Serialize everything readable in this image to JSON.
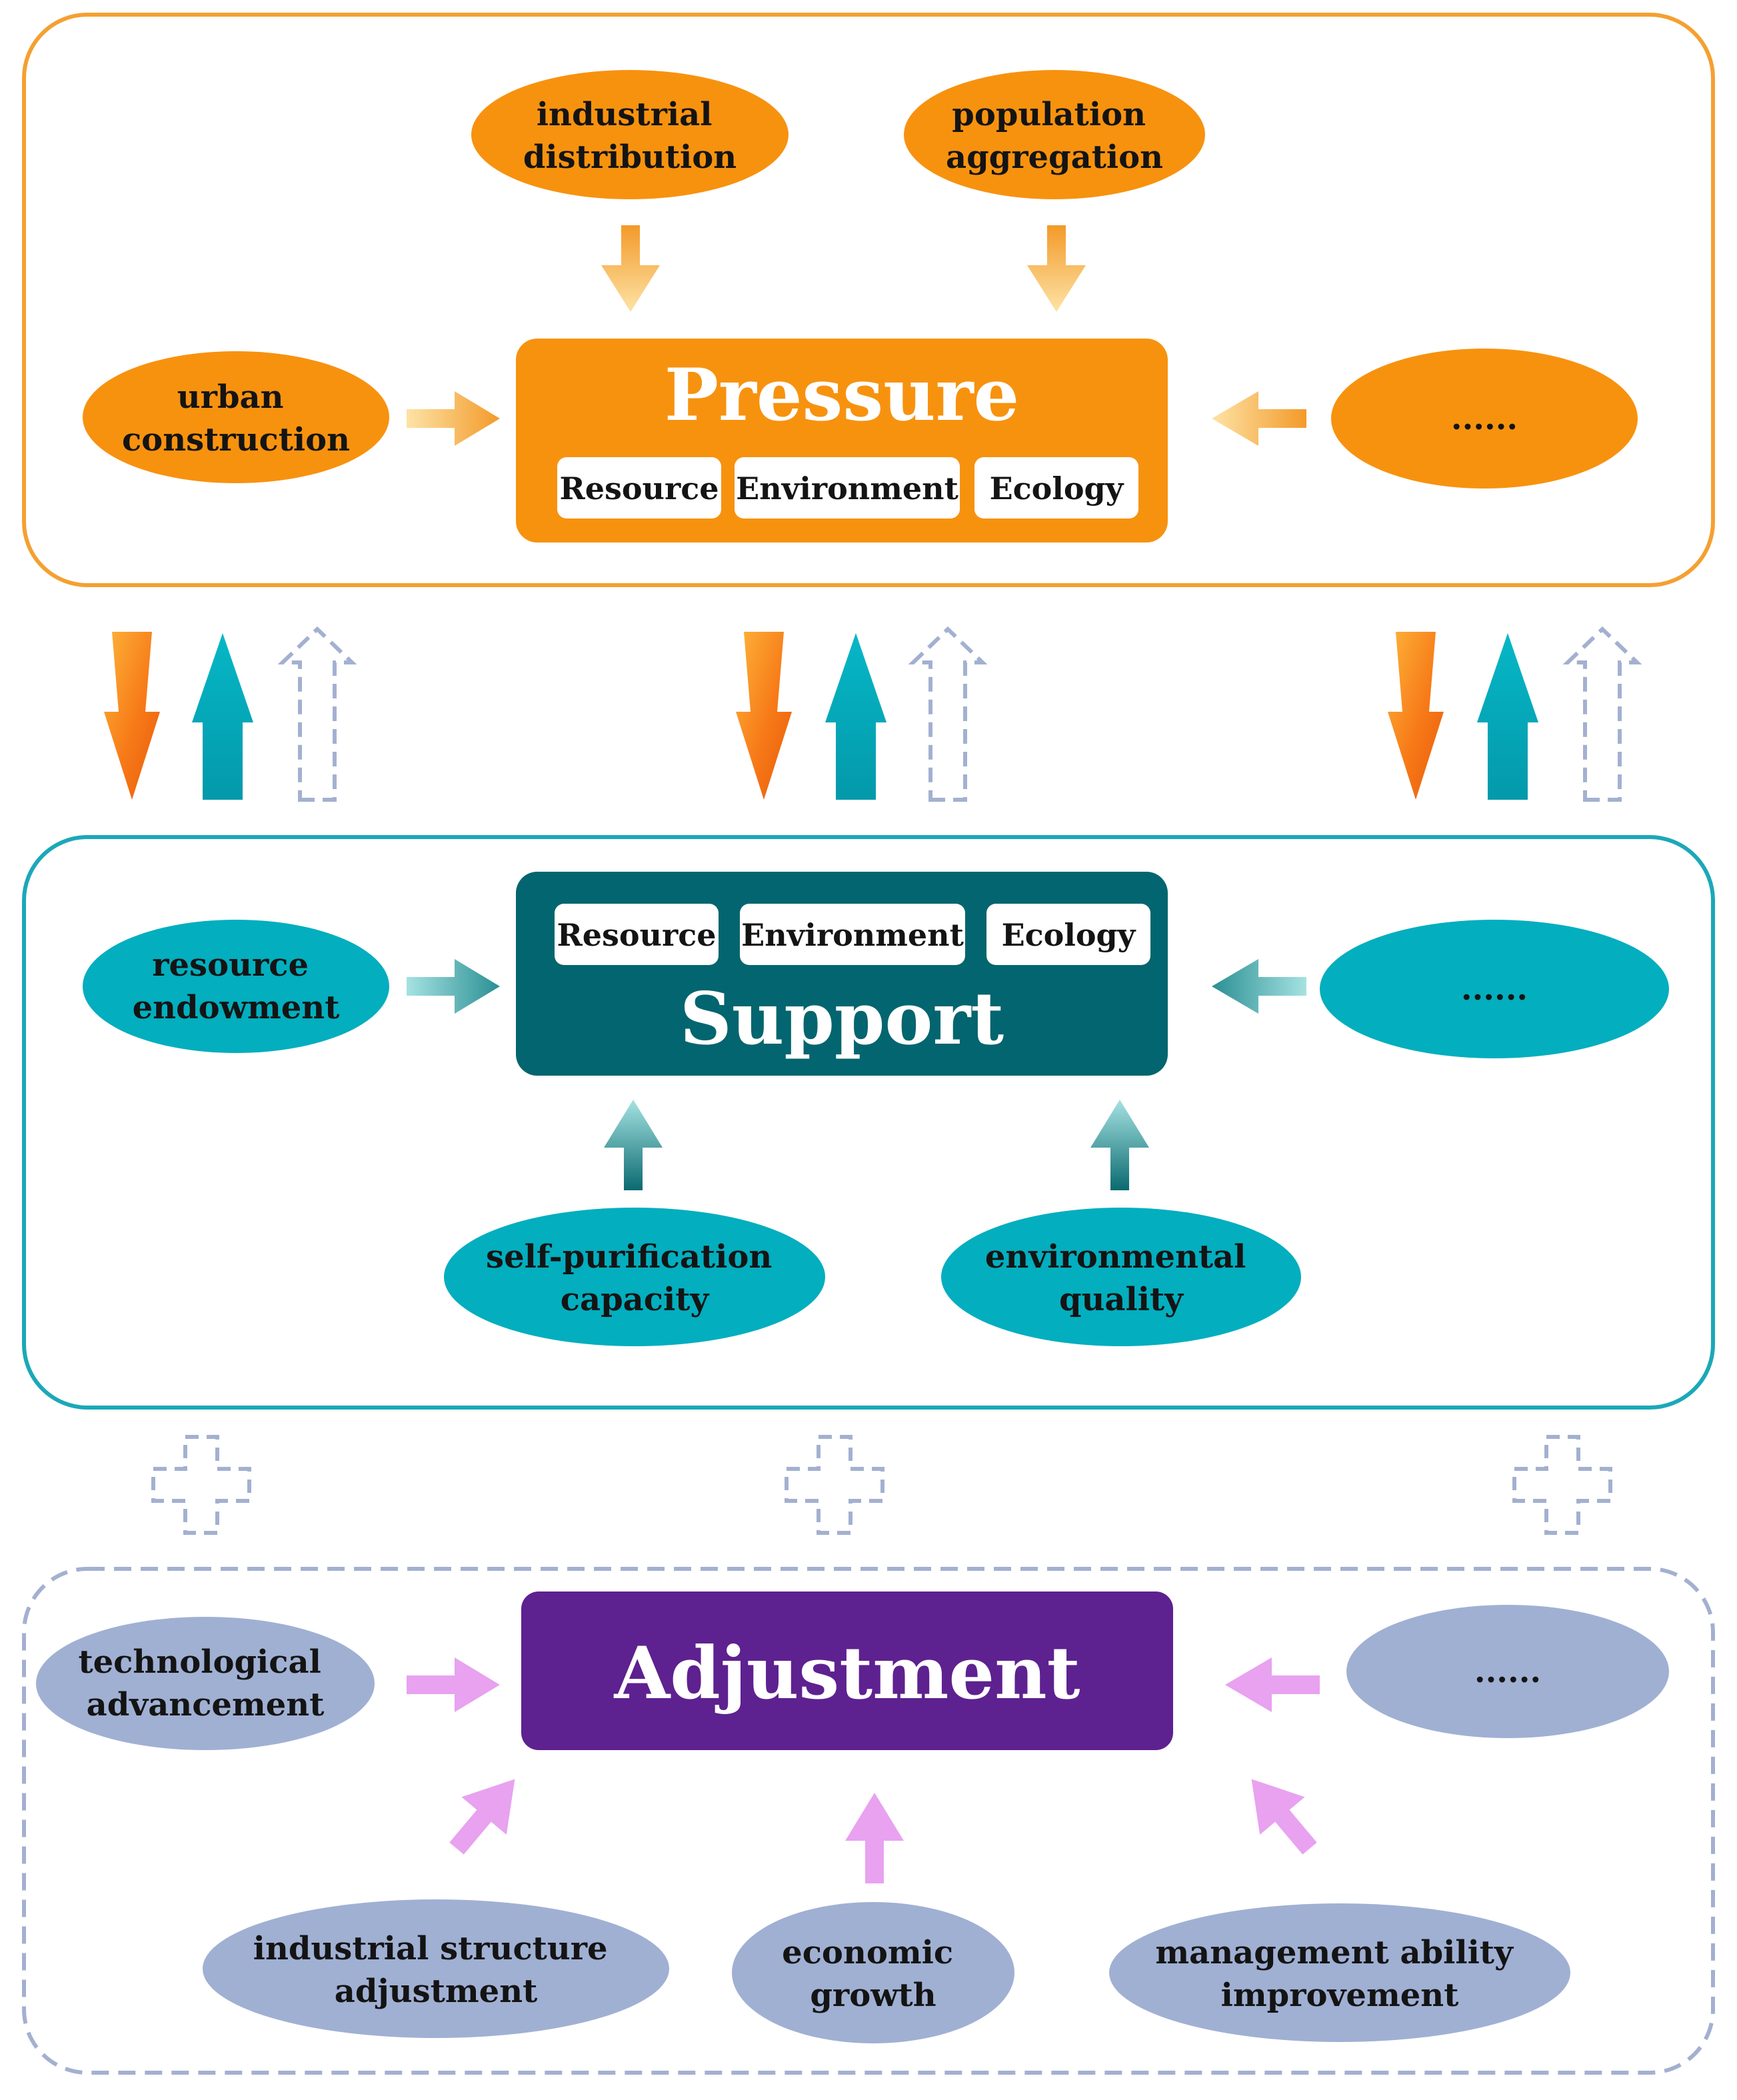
{
  "pressure": {
    "title": "Pressure",
    "tags": [
      "Resource",
      "Environment",
      "Ecology"
    ],
    "factors": {
      "top_left": [
        "industrial",
        "distribution"
      ],
      "top_right": [
        "population",
        "aggregation"
      ],
      "left": [
        "urban",
        "construction"
      ],
      "right": [
        "......"
      ]
    }
  },
  "support": {
    "title": "Support",
    "tags": [
      "Resource",
      "Environment",
      "Ecology"
    ],
    "factors": {
      "left": [
        "resource",
        "endowment"
      ],
      "right": [
        "......"
      ],
      "bottom_left": [
        "self-purification",
        "capacity"
      ],
      "bottom_right": [
        "environmental",
        "quality"
      ]
    }
  },
  "adjustment": {
    "title": "Adjustment",
    "factors": {
      "left": [
        "technological",
        "advancement"
      ],
      "right": [
        "......"
      ],
      "bottom_left": [
        "industrial structure",
        "adjustment"
      ],
      "bottom_center": [
        "economic",
        "growth"
      ],
      "bottom_right": [
        "management ability",
        "improvement"
      ]
    }
  },
  "colors": {
    "pressure": "#f7920f",
    "pressure_border": "#f4a032",
    "support_box": "#03656f",
    "support_ellipse": "#03aebe",
    "support_border": "#1ba8b8",
    "adjustment_box": "#5e2190",
    "adjustment_ellipse": "#a0b0d3",
    "adjustment_border": "#a3b0d0",
    "adjust_arrow": "#e8a2f0"
  },
  "icons": {
    "pressure_arrow": "orange-down-arrow-icon",
    "support_arrow": "teal-up-arrow-icon",
    "adjustment_arrow": "dashed-up-arrow-icon",
    "plus": "dashed-plus-icon"
  }
}
